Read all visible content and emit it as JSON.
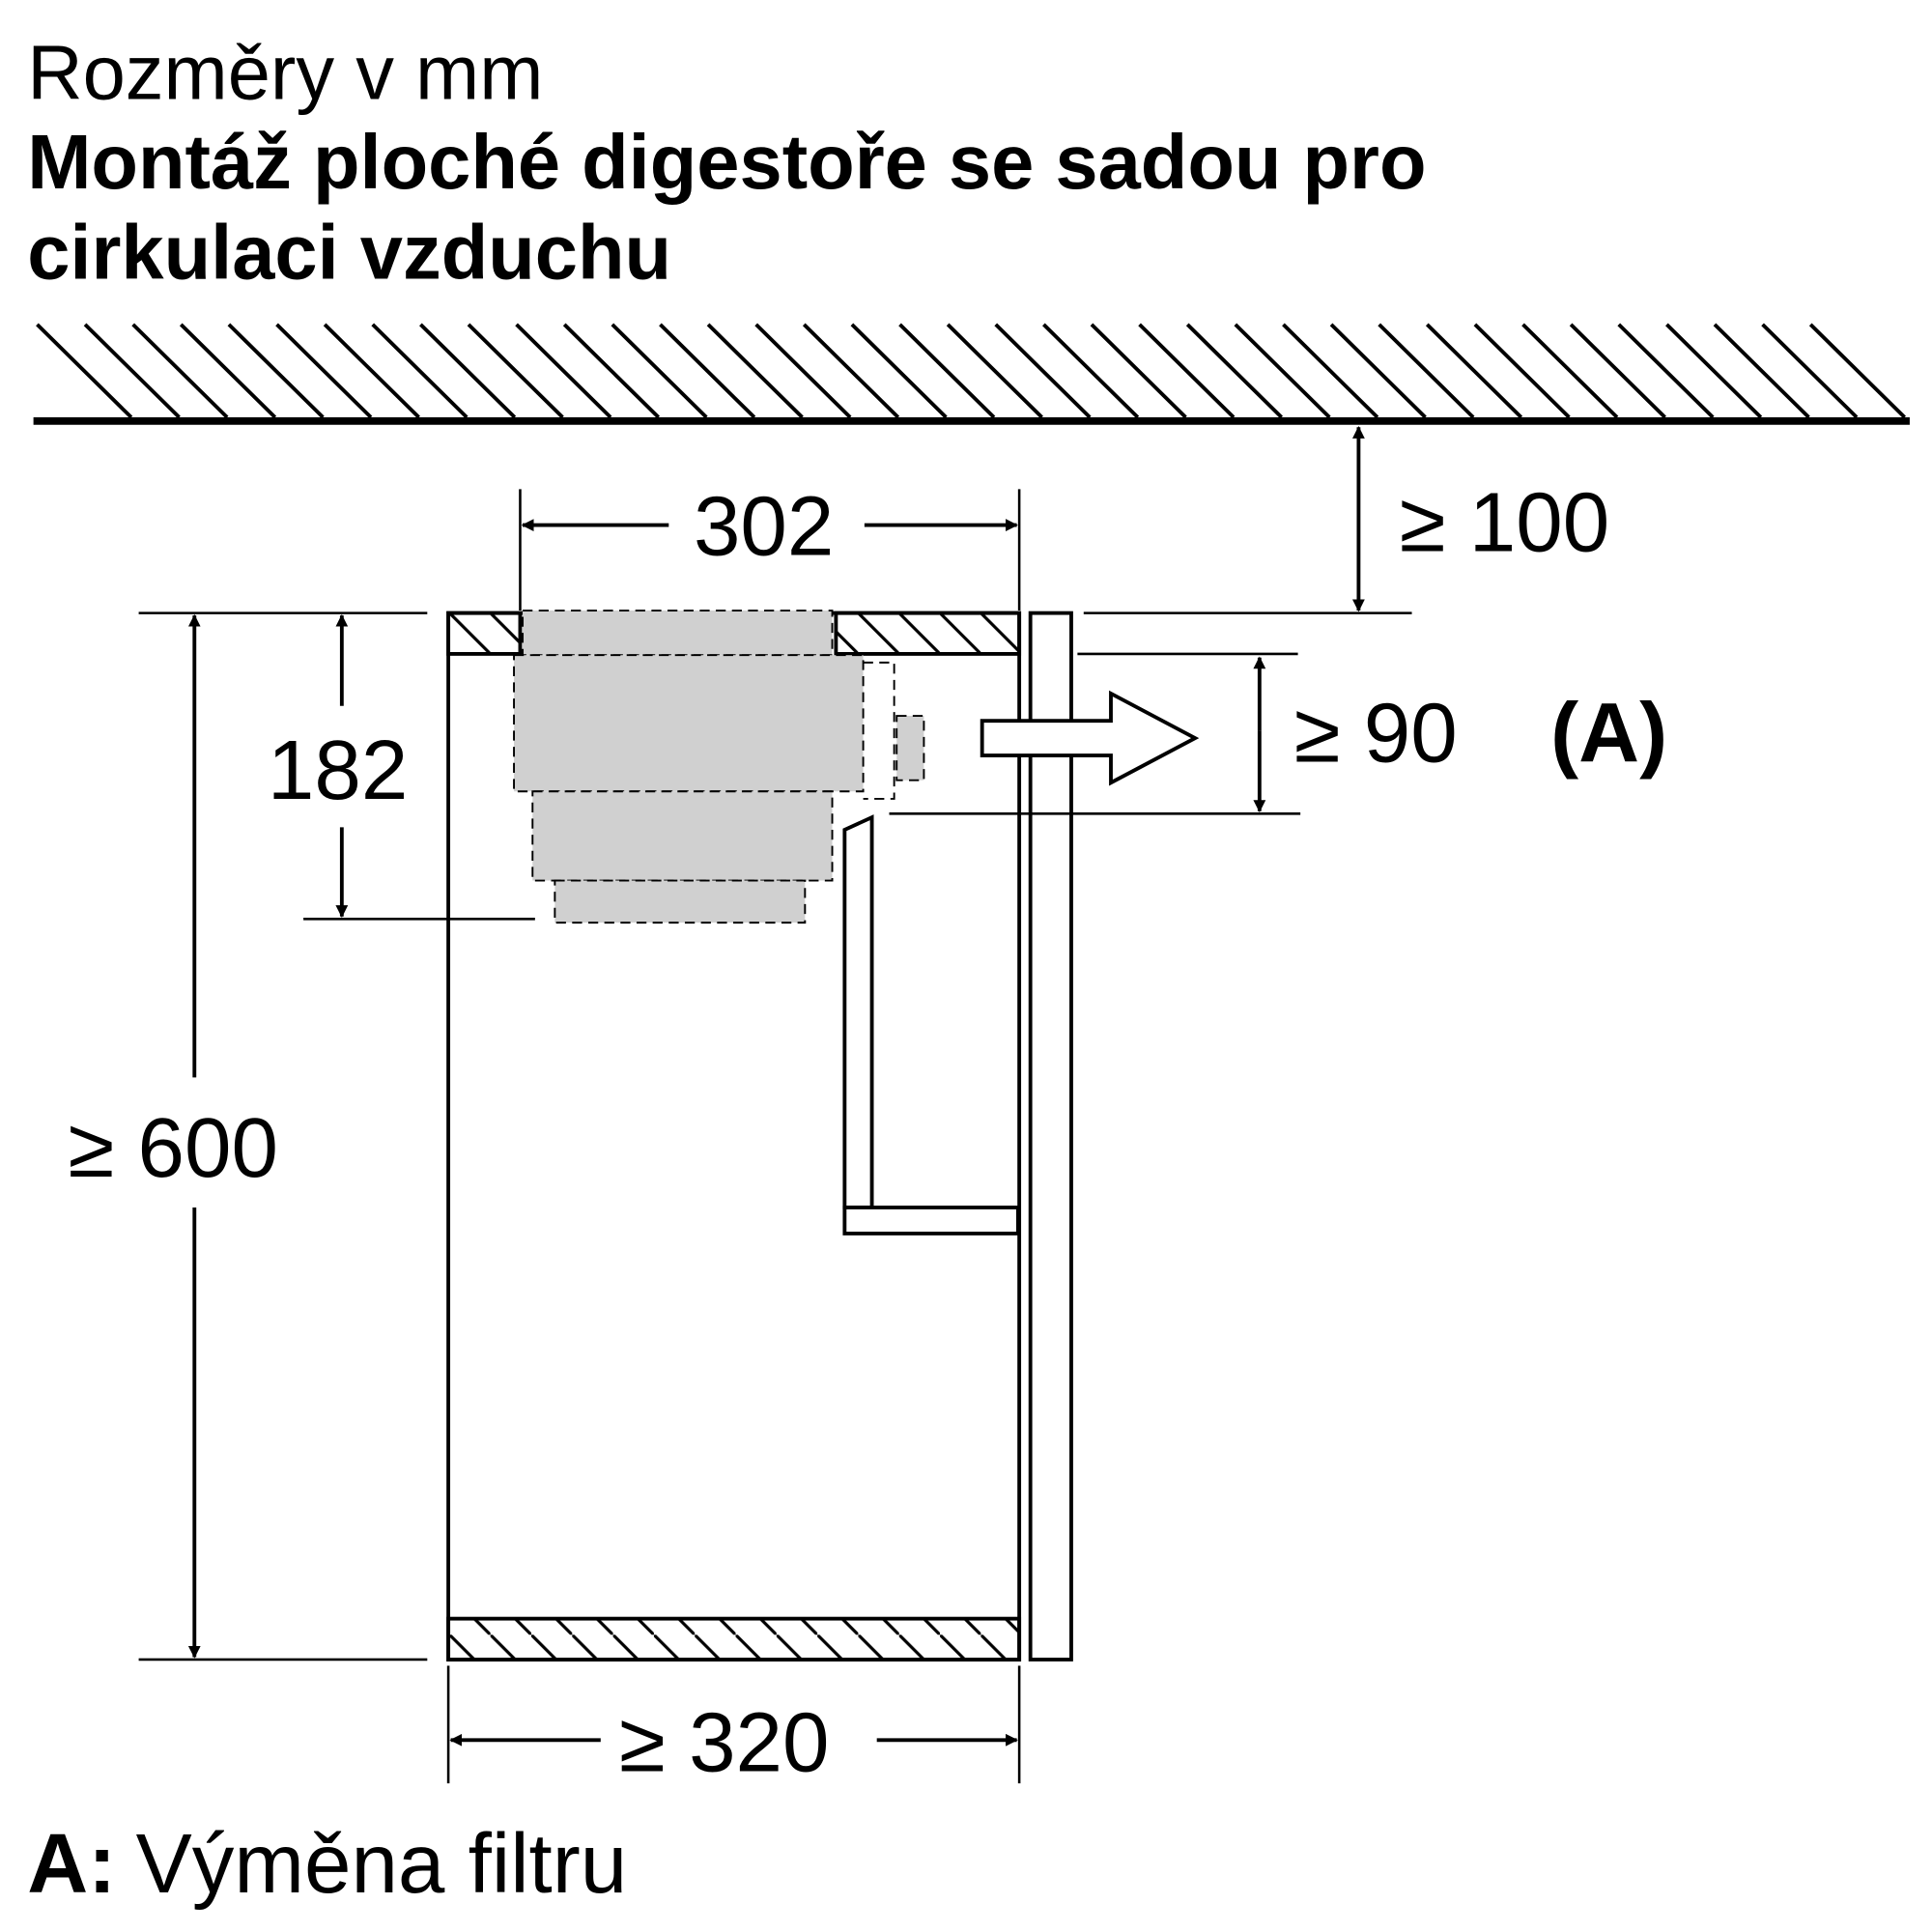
{
  "header": {
    "subtitle": "Rozměry v mm",
    "title_line1": "Montáž ploché digestoře se sadou pro",
    "title_line2": "cirkulaci vzduchu"
  },
  "dimensions": {
    "width_top": "302",
    "ceiling_gap": "≥ 100",
    "filter_gap": "≥ 90",
    "filter_marker": "(A)",
    "depth": "182",
    "height": "≥ 600",
    "width_bottom": "≥ 320"
  },
  "legend": {
    "key": "A:",
    "text": "Výměna filtru"
  },
  "colors": {
    "line": "#000000",
    "hood_fill": "#d0d0d0"
  }
}
